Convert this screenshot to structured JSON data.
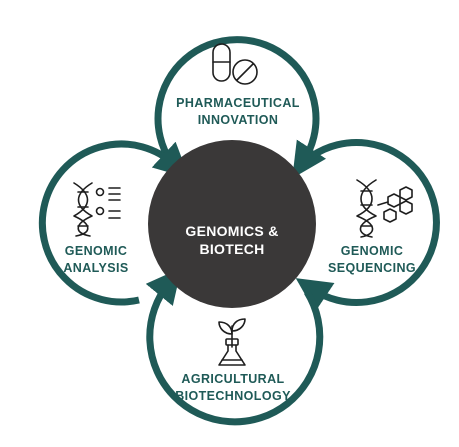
{
  "center": {
    "line1": "GENOMICS &",
    "line2": "BIOTECH"
  },
  "nodes": {
    "top": {
      "line1": "PHARMACEUTICAL",
      "line2": "INNOVATION",
      "icon": "pill-capsule-icon"
    },
    "right": {
      "line1": "GENOMIC",
      "line2": "SEQUENCING",
      "icon": "dna-molecule-icon"
    },
    "bottom": {
      "line1": "AGRICULTURAL",
      "line2": "BIOTECHNOLOGY",
      "icon": "plant-flask-icon"
    },
    "left": {
      "line1": "GENOMIC",
      "line2": "ANALYSIS",
      "icon": "dna-list-icon"
    }
  },
  "colors": {
    "ring": "#1f5a57",
    "center": "#3a3838",
    "text": "#1f5a57",
    "icon": "#1e1e1e"
  }
}
